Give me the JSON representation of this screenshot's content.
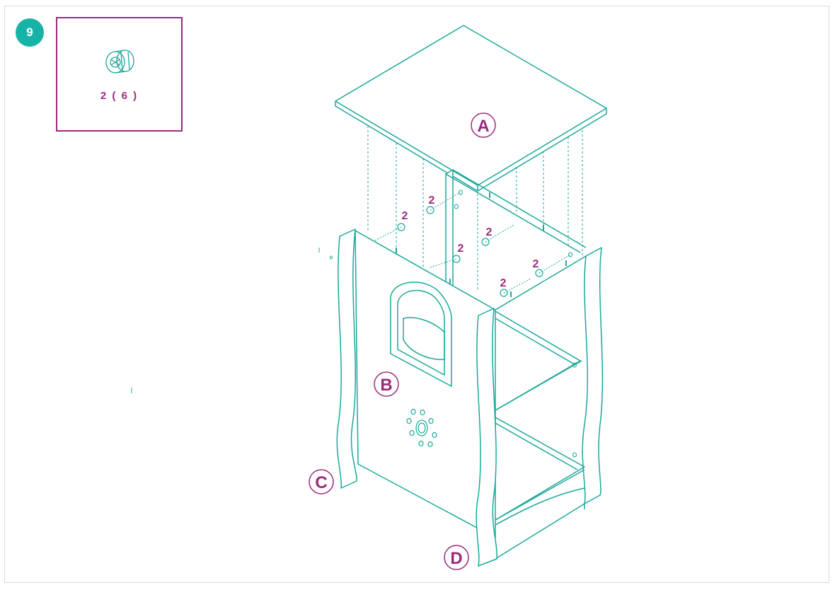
{
  "step": {
    "number": "9"
  },
  "parts_box": {
    "quantity_label": "2 ( 6 )",
    "part_icon": "cam-lock-icon"
  },
  "panels": {
    "a": "A",
    "b": "B",
    "c": "C",
    "d": "D"
  },
  "callouts": {
    "c1": "2",
    "c2": "2",
    "c3": "2",
    "c4": "2",
    "c5": "2",
    "c6": "2"
  },
  "colors": {
    "line": "#1aa89b",
    "accent": "#9b2a7d",
    "badge": "#17b3a6"
  }
}
